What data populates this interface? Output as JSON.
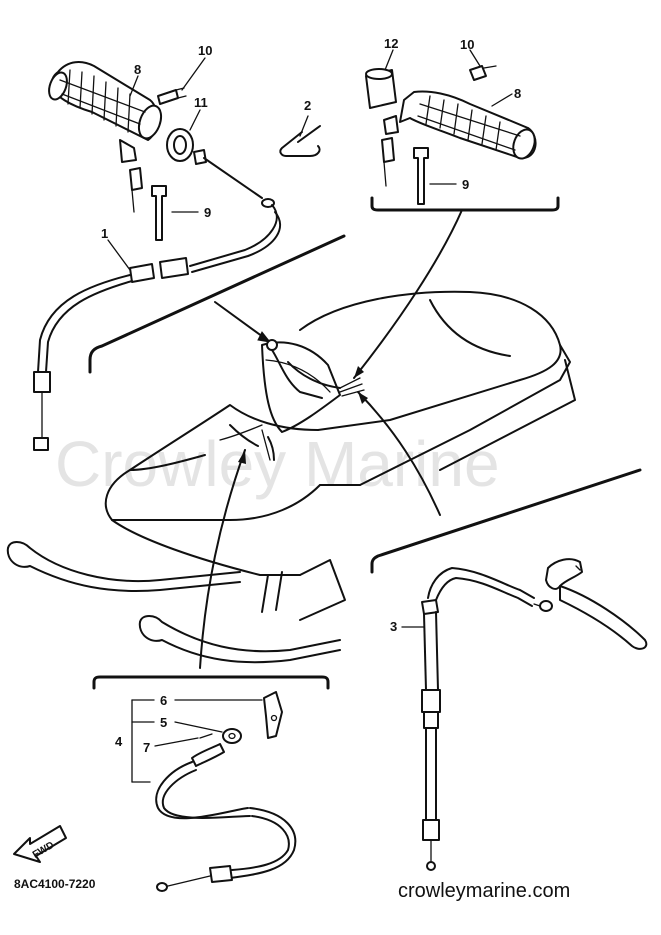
{
  "diagram": {
    "watermark": "Crowley Marine",
    "site_label": "crowleymarine.com",
    "drawing_code": "8AC4100-7220",
    "fwd_label": "FWD",
    "callouts": {
      "p1": "1",
      "p2": "2",
      "p3": "3",
      "p4": "4",
      "p5": "5",
      "p6": "6",
      "p7": "7",
      "p8_left": "8",
      "p8_right": "8",
      "p9_left": "9",
      "p9_right": "9",
      "p10_left": "10",
      "p10_right": "10",
      "p11": "11",
      "p12": "12"
    }
  }
}
